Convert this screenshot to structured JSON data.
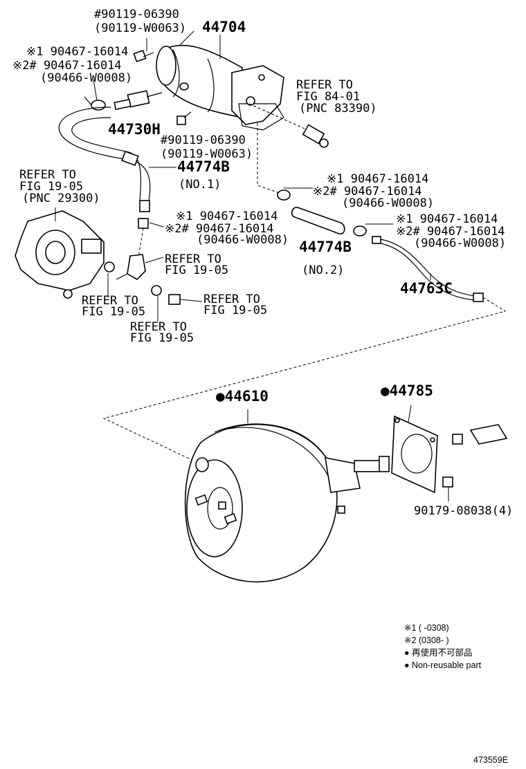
{
  "labels": {
    "bolt_top_1": "#90119-06390",
    "bolt_top_2": "(90119-W0063)",
    "tank": "44704",
    "clip_left_1": "※1 90467-16014",
    "clip_left_2": "※2# 90467-16014",
    "clip_left_3": "(90466-W0008)",
    "refer_84_1": "REFER TO",
    "refer_84_2": "FIG 84-01",
    "refer_84_3": "(PNC 83390)",
    "check_valve": "44730H",
    "bolt_mid_1": "#90119-06390",
    "bolt_mid_2": "(90119-W0063)",
    "hose1": "44774B",
    "hose1_no": "(NO.1)",
    "refer_19a_1": "REFER TO",
    "refer_19a_2": "FIG 19-05",
    "refer_19a_3": "(PNC 29300)",
    "clip_mid_1": "※1 90467-16014",
    "clip_mid_2": "※2# 90467-16014",
    "clip_mid_3": "(90466-W0008)",
    "clip_r1_1": "※1 90467-16014",
    "clip_r1_2": "※2# 90467-16014",
    "clip_r1_3": "(90466-W0008)",
    "clip_r2_1": "※1 90467-16014",
    "clip_r2_2": "※2# 90467-16014",
    "clip_r2_3": "(90466-W0008)",
    "hose2": "44774B",
    "hose2_no": "(NO.2)",
    "pipe": "44763C",
    "refer_19b_1": "REFER TO",
    "refer_19b_2": "FIG 19-05",
    "refer_19c_1": "REFER TO",
    "refer_19c_2": "FIG 19-05",
    "refer_19d_1": "REFER TO",
    "refer_19d_2": "FIG 19-05",
    "refer_19e_1": "REFER TO",
    "refer_19e_2": "FIG 19-05",
    "booster": "●44610",
    "gasket": "●44785",
    "nut": "90179-08038(4)"
  },
  "legend": {
    "note1": "※1 (    -0308)",
    "note2": "※2 (0308-    )",
    "non_reusable_jp": "● 再使用不可部品",
    "non_reusable_en": "● Non-reusable part"
  },
  "figure_id": "473559E"
}
